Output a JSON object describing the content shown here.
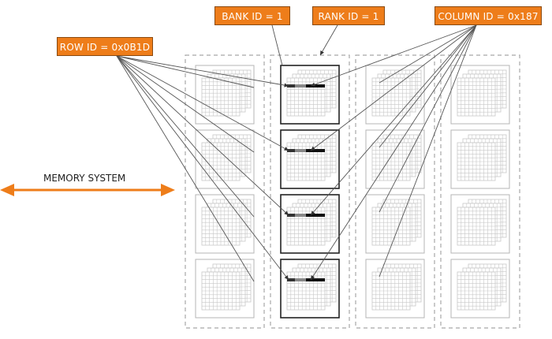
{
  "labels": {
    "row_id": "ROW ID = 0x0B1D",
    "bank_id": "BANK ID = 1",
    "rank_id": "RANK ID = 1",
    "column_id": "COLUMN ID = 0x187"
  },
  "memory_system_label": "MEMORY SYSTEM",
  "colors": {
    "label_fill": "#ee7d1a",
    "arrow": "#ee7d1a",
    "dashed_border": "#a8a8a8",
    "grid": "#c8c8c8",
    "highlight_frame": "#222222"
  },
  "structure": {
    "ranks": 4,
    "banks_per_rank": 4,
    "selected_rank": 2,
    "cell_grid": [
      10,
      10
    ]
  }
}
